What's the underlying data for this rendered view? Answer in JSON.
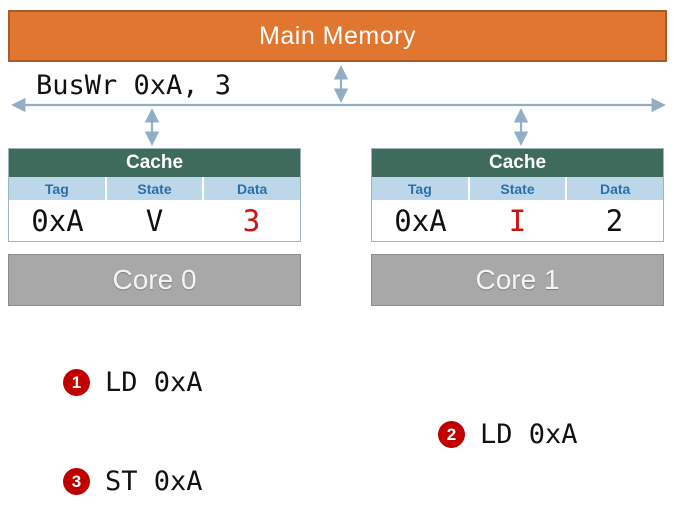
{
  "memory": {
    "label": "Main Memory"
  },
  "bus": {
    "label": "BusWr 0xA, 3"
  },
  "caches": [
    {
      "title": "Cache",
      "columns": [
        "Tag",
        "State",
        "Data"
      ],
      "row": {
        "tag": "0xA",
        "state": "V",
        "data": "3"
      },
      "highlighted_cell": "data"
    },
    {
      "title": "Cache",
      "columns": [
        "Tag",
        "State",
        "Data"
      ],
      "row": {
        "tag": "0xA",
        "state": "I",
        "data": "2"
      },
      "highlighted_cell": "state"
    }
  ],
  "cores": [
    {
      "label": "Core 0"
    },
    {
      "label": "Core 1"
    }
  ],
  "events": [
    {
      "number": "1",
      "label": "LD 0xA"
    },
    {
      "number": "2",
      "label": "LD 0xA"
    },
    {
      "number": "3",
      "label": "ST 0xA"
    }
  ],
  "colors": {
    "memory_fill": "#E0762F",
    "memory_border": "#A85B25",
    "cache_header_fill": "#3E6B5C",
    "column_header_bg": "#BDD7EA",
    "column_header_text": "#2C6FA8",
    "core_fill": "#A8A8A8",
    "bus_arrow": "#92AEC7",
    "highlight_red": "#CC1111",
    "badge_red": "#C00000"
  }
}
